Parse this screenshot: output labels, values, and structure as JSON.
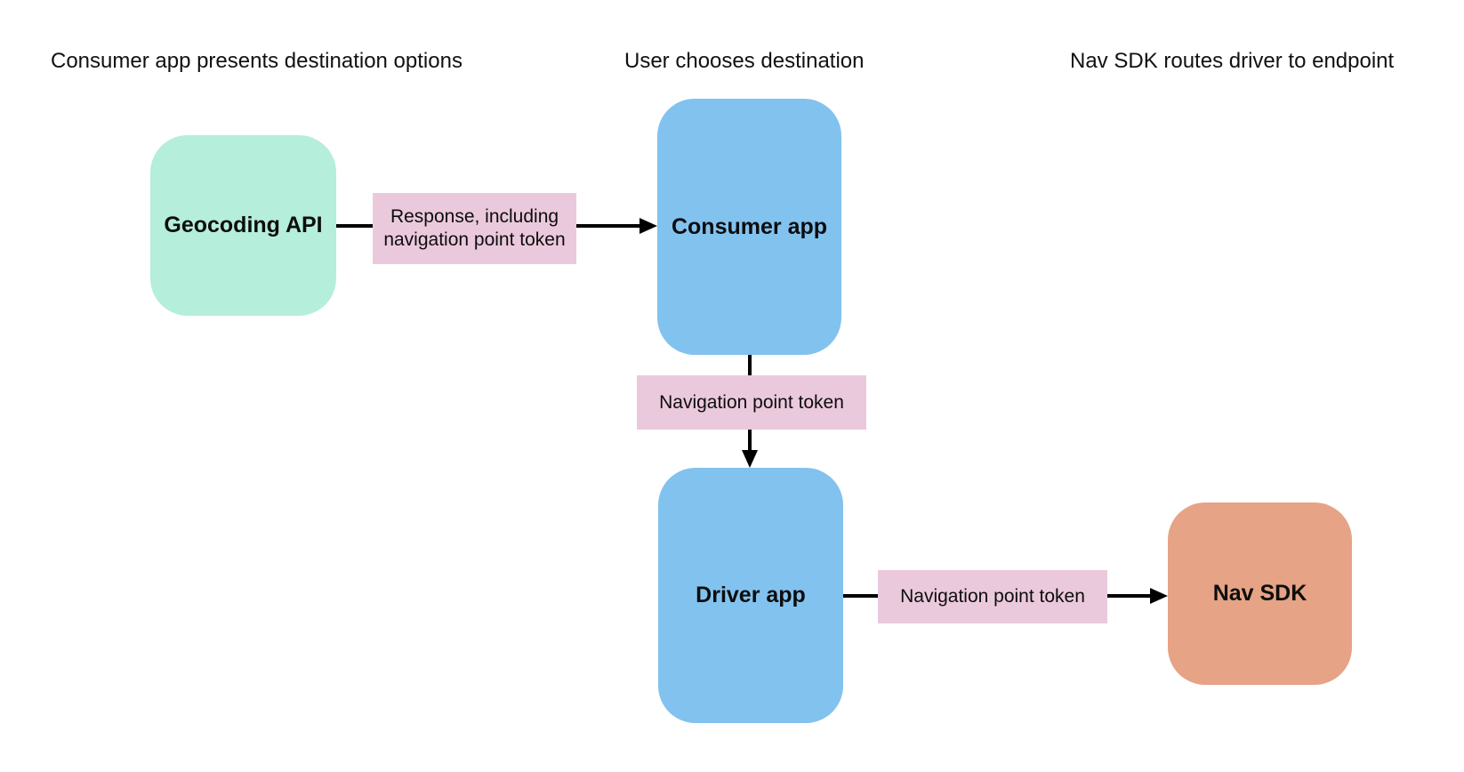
{
  "diagram": {
    "background": "#ffffff",
    "colors": {
      "node_green": "#b5eedb",
      "node_blue": "#82c2ef",
      "node_orange": "#e6a385",
      "edge_label_pink": "#ebc9dd",
      "line_black": "#000000",
      "text": "#0d0d0d"
    },
    "headers": [
      {
        "label": "Consumer app presents destination options"
      },
      {
        "label": "User chooses destination"
      },
      {
        "label": "Nav SDK routes driver to endpoint"
      }
    ],
    "nodes": [
      {
        "id": "geocoding-api",
        "label": "Geocoding API",
        "color": "#b5eedb"
      },
      {
        "id": "consumer-app",
        "label": "Consumer app",
        "color": "#82c2ef"
      },
      {
        "id": "driver-app",
        "label": "Driver app",
        "color": "#82c2ef"
      },
      {
        "id": "nav-sdk",
        "label": "Nav SDK",
        "color": "#e6a385"
      }
    ],
    "edges": [
      {
        "from": "geocoding-api",
        "to": "consumer-app",
        "direction": "right",
        "label": "Response, including navigation point token"
      },
      {
        "from": "consumer-app",
        "to": "driver-app",
        "direction": "down",
        "label": "Navigation point token"
      },
      {
        "from": "driver-app",
        "to": "nav-sdk",
        "direction": "right",
        "label": "Navigation point token"
      }
    ]
  }
}
